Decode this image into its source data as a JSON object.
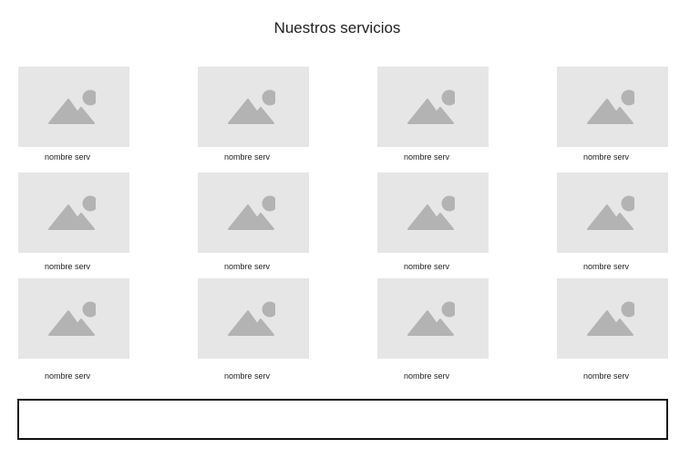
{
  "page": {
    "title": "Nuestros servicios"
  },
  "services": [
    {
      "label": "nombre serv",
      "icon": "image-placeholder-icon"
    },
    {
      "label": "nombre serv",
      "icon": "image-placeholder-icon"
    },
    {
      "label": "nombre serv",
      "icon": "image-placeholder-icon"
    },
    {
      "label": "nombre serv",
      "icon": "image-placeholder-icon"
    },
    {
      "label": "nombre serv",
      "icon": "image-placeholder-icon"
    },
    {
      "label": "nombre serv",
      "icon": "image-placeholder-icon"
    },
    {
      "label": "nombre serv",
      "icon": "image-placeholder-icon"
    },
    {
      "label": "nombre serv",
      "icon": "image-placeholder-icon"
    },
    {
      "label": "nombre serv",
      "icon": "image-placeholder-icon"
    },
    {
      "label": "nombre serv",
      "icon": "image-placeholder-icon"
    },
    {
      "label": "nombre serv",
      "icon": "image-placeholder-icon"
    },
    {
      "label": "nombre serv",
      "icon": "image-placeholder-icon"
    }
  ],
  "colors": {
    "placeholder_bg": "#e6e6e6",
    "placeholder_icon": "#b3b3b3",
    "text": "#222222",
    "footer_border": "#111111"
  }
}
